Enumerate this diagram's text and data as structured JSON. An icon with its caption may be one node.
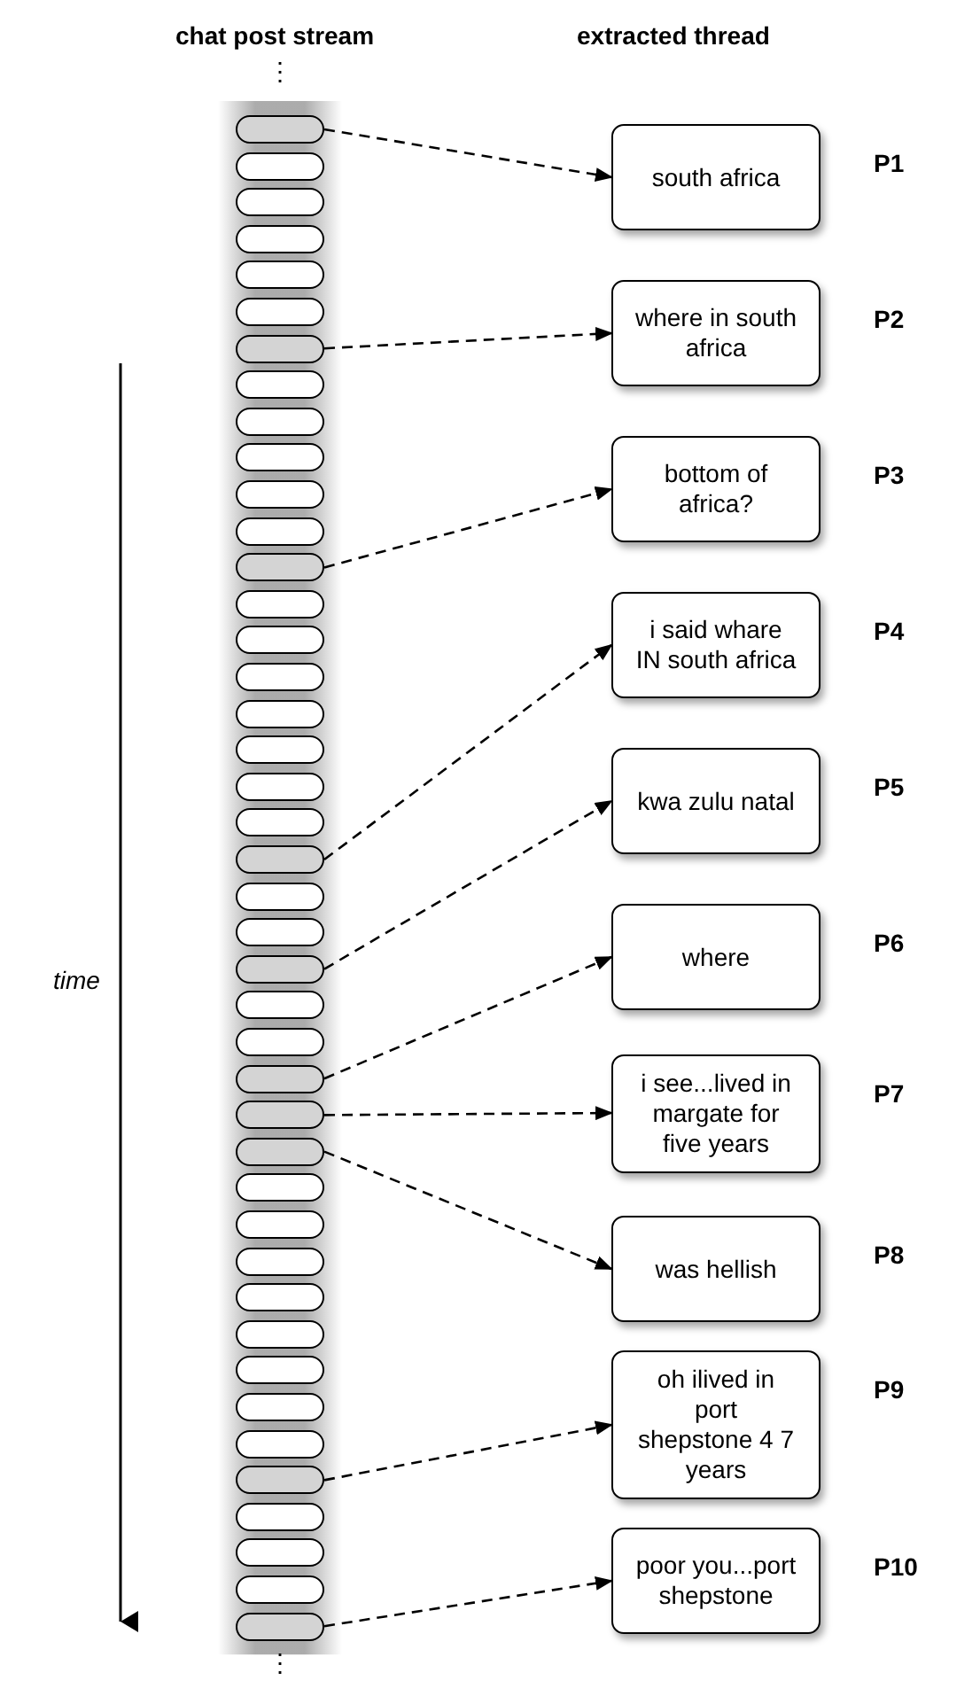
{
  "diagram": {
    "nodes": [
      {
        "text": [],
        "shape": "bar"
      },
      {
        "text": [],
        "shape": "bar"
      },
      {
        "text": [],
        "shape": "bar"
      },
      {
        "text": [],
        "shape": "bar"
      },
      {
        "text": [],
        "shape": "bar"
      },
      {
        "text": [],
        "shape": "bar"
      },
      {
        "text": [],
        "shape": "bar"
      },
      {
        "text": [],
        "shape": "bar"
      },
      {
        "text": [],
        "shape": "bar"
      },
      {
        "text": [],
        "shape": "bar"
      },
      {
        "text": [],
        "shape": "bar"
      },
      {
        "text": [],
        "shape": "bar"
      },
      {
        "text": [],
        "shape": "bar"
      },
      {
        "text": [],
        "shape": "bar"
      },
      {
        "text": [],
        "shape": "bar"
      },
      {
        "text": [],
        "shape": "bar"
      },
      {
        "text": [],
        "shape": "bar"
      },
      {
        "text": [],
        "shape": "bar"
      },
      {
        "text": [],
        "shape": "bar"
      },
      {
        "text": [],
        "shape": "bar"
      },
      {
        "text": [],
        "shape": "bar"
      },
      {
        "text": [],
        "shape": "bar"
      },
      {
        "text": [],
        "shape": "bar"
      },
      {
        "text": [],
        "shape": "bar"
      },
      {
        "text": [],
        "shape": "bar"
      },
      {
        "text": [],
        "shape": "bar"
      },
      {
        "text": [],
        "shape": "bar"
      },
      {
        "text": [],
        "shape": "bar"
      },
      {
        "text": [],
        "shape": "bar"
      },
      {
        "text": [],
        "shape": "bar"
      },
      {
        "text": [],
        "shape": "bar"
      },
      {
        "text": [],
        "shape": "bar"
      },
      {
        "text": [],
        "shape": "bar"
      },
      {
        "text": [],
        "shape": "bar"
      },
      {
        "text": [],
        "shape": "bar"
      },
      {
        "text": [],
        "shape": "bar"
      },
      {
        "text": [],
        "shape": "bar"
      },
      {
        "text": [],
        "shape": "bar"
      },
      {
        "text": [],
        "shape": "bar"
      },
      {
        "text": [],
        "shape": "bar"
      },
      {
        "text": [],
        "shape": "bar"
      },
      {
        "text": [],
        "shape": "bar"
      },
      {
        "text": [
          "south africa"
        ],
        "beside": [
          "P1"
        ]
      },
      {
        "text": [
          "where in south africa"
        ],
        "beside": [
          "P2"
        ]
      },
      {
        "text": [
          "bottom of africa?"
        ],
        "beside": [
          "P3"
        ]
      },
      {
        "text": [
          "i said whare IN south africa"
        ],
        "beside": [
          "P4"
        ]
      },
      {
        "text": [
          "kwa zulu natal"
        ],
        "beside": [
          "P5"
        ]
      },
      {
        "text": [
          "where"
        ],
        "beside": [
          "P6"
        ]
      },
      {
        "text": [
          "i see...lived in margate for five years"
        ],
        "beside": [
          "P7"
        ]
      },
      {
        "text": [
          "was hellish"
        ],
        "beside": [
          "P8"
        ]
      },
      {
        "text": [
          "oh ilived in port shepstone 4 7 years"
        ],
        "beside": [
          "P9"
        ]
      },
      {
        "text": [
          "poor you...port shepstone"
        ],
        "beside": [
          "P10"
        ]
      }
    ],
    "edges": [
      {
        "from": 0,
        "to": 42,
        "arrow": "to",
        "style": "dashed"
      },
      {
        "from": 6,
        "to": 43,
        "arrow": "to",
        "style": "dashed"
      },
      {
        "from": 12,
        "to": 44,
        "arrow": "to",
        "style": "dashed"
      },
      {
        "from": 20,
        "to": 45,
        "arrow": "to",
        "style": "dashed"
      },
      {
        "from": 23,
        "to": 46,
        "arrow": "to",
        "style": "dashed"
      },
      {
        "from": 26,
        "to": 47,
        "arrow": "to",
        "style": "dashed"
      },
      {
        "from": 27,
        "to": 48,
        "arrow": "to",
        "style": "dashed"
      },
      {
        "from": 28,
        "to": 49,
        "arrow": "to",
        "style": "dashed"
      },
      {
        "from": 37,
        "to": 50,
        "arrow": "to",
        "style": "dashed"
      },
      {
        "from": 41,
        "to": 51,
        "arrow": "to",
        "style": "dashed"
      }
    ],
    "labels": [
      "chat post stream",
      "extracted thread",
      "⋮",
      "time",
      "⋮"
    ]
  }
}
